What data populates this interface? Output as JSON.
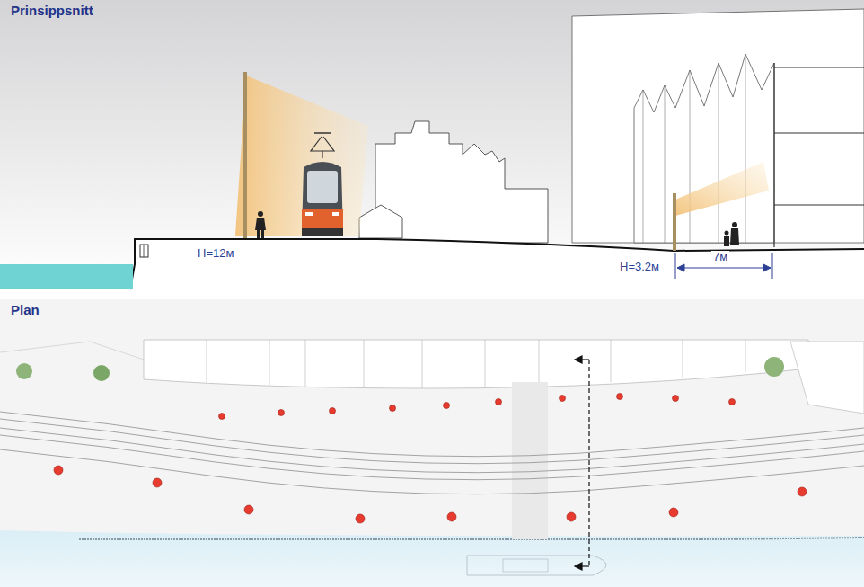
{
  "diagram": {
    "labels": [
      "Prinsippsnitt",
      "H=12м",
      "H=3.2м",
      "7м",
      "Plan"
    ]
  }
}
